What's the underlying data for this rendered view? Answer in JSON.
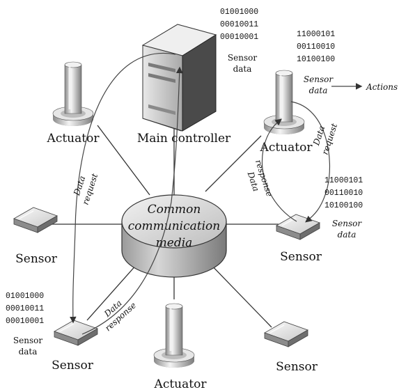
{
  "hub": {
    "line1": "Common",
    "line2": "communication",
    "line3": "media"
  },
  "nodes": {
    "main_controller": "Main controller",
    "actuator_top_left": "Actuator",
    "actuator_top_right": "Actuator",
    "actuator_bottom": "Actuator",
    "sensor_left": "Sensor",
    "sensor_right": "Sensor",
    "sensor_bottom_left": "Sensor",
    "sensor_bottom_right": "Sensor"
  },
  "binary": {
    "controller": [
      "01001000",
      "00010011",
      "00010001"
    ],
    "actuator_right": [
      "11000101",
      "00110010",
      "10100100"
    ],
    "sensor_right": [
      "11000101",
      "00110010",
      "10100100"
    ],
    "sensor_bottom_left": [
      "01001000",
      "00010011",
      "00010001"
    ]
  },
  "annotations": {
    "controller_sensor_data_1": "Sensor",
    "controller_sensor_data_2": "data",
    "actuator_sensor_data_1": "Sensor",
    "actuator_sensor_data_2": "data",
    "actions": "Actions",
    "right_sensor_data_1": "Sensor",
    "right_sensor_data_2": "data",
    "bl_sensor_data_1": "Sensor",
    "bl_sensor_data_2": "data",
    "data_request_left_1": "Data",
    "data_request_left_2": "request",
    "data_request_right_1": "Data",
    "data_request_right_2": "request",
    "data_response_right_1": "Data",
    "data_response_right_2": "response",
    "data_response_bottom_1": "Data",
    "data_response_bottom_2": "response"
  }
}
